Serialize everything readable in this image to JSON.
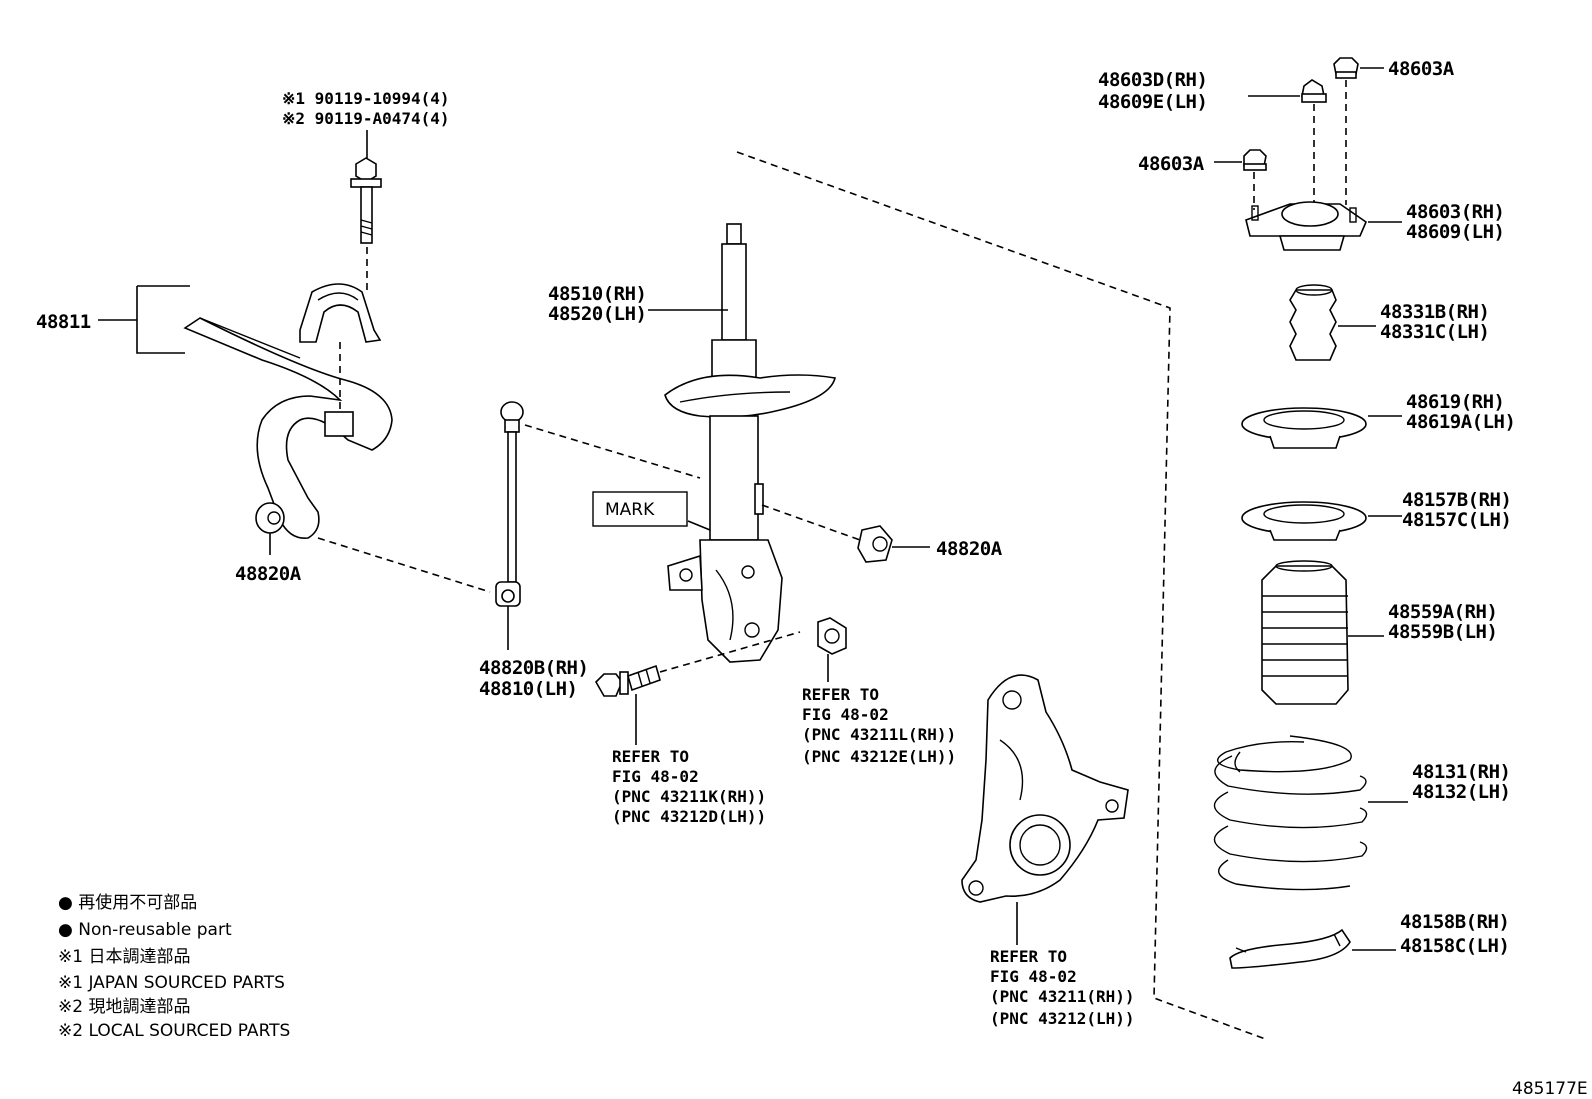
{
  "parts": {
    "bolt_top_1": "※1 90119-10994(4)",
    "bolt_top_2": "※2 90119-A0474(4)",
    "stabilizer_bar": "48811",
    "bushing_left": "48820A",
    "bushing_right": "48820A",
    "link_rh": "48820B(RH)",
    "link_lh": "48810(LH)",
    "strut_rh": "48510(RH)",
    "strut_lh": "48520(LH)",
    "mark_box": "MARK",
    "nut_d_rh": "48603D(RH)",
    "nut_e_lh": "48609E(LH)",
    "nut_a_top": "48603A",
    "nut_a_left": "48603A",
    "mount_rh": "48603(RH)",
    "mount_lh": "48609(LH)",
    "bumper_rh": "48331B(RH)",
    "bumper_lh": "48331C(LH)",
    "seat_upper_rh": "48619(RH)",
    "seat_upper_lh": "48619A(LH)",
    "insulator_rh": "48157B(RH)",
    "insulator_lh": "48157C(LH)",
    "boot_rh": "48559A(RH)",
    "boot_lh": "48559B(LH)",
    "spring_rh": "48131(RH)",
    "spring_lh": "48132(LH)",
    "lower_ins_rh": "48158B(RH)",
    "lower_ins_lh": "48158C(LH)"
  },
  "refs": {
    "bolt": [
      "REFER TO",
      "FIG 48-02",
      "(PNC 43211K(RH))",
      "(PNC 43212D(LH))"
    ],
    "nut": [
      "REFER TO",
      "FIG 48-02",
      "(PNC 43211L(RH))",
      "(PNC 43212E(LH))"
    ],
    "knuckle": [
      "REFER TO",
      "FIG 48-02",
      "(PNC 43211(RH))",
      "(PNC 43212(LH))"
    ]
  },
  "legend": [
    "● 再使用不可部品",
    "● Non-reusable part",
    "※1 日本調達部品",
    "※1 JAPAN SOURCED PARTS",
    "※2 現地調達部品",
    "※2 LOCAL SOURCED PARTS"
  ],
  "figure_id": "485177E"
}
